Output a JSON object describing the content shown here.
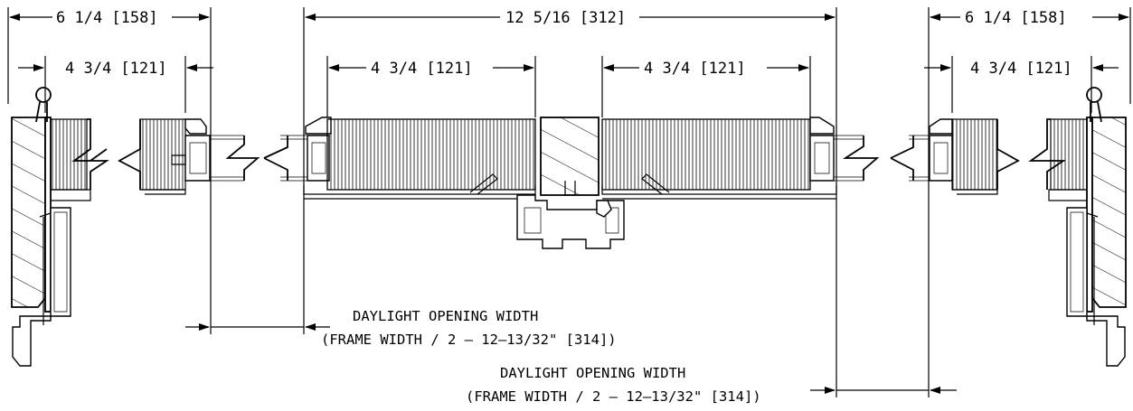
{
  "dimensions": {
    "left_outer": "6 1/4 [158]",
    "left_inner": "4 3/4 [121]",
    "center_overall": "12 5/16 [312]",
    "center_left_sash": "4 3/4 [121]",
    "center_right_sash": "4 3/4 [121]",
    "right_outer": "6 1/4 [158]",
    "right_inner": "4 3/4 [121]"
  },
  "notes": {
    "daylight_left_line1": "DAYLIGHT OPENING WIDTH",
    "daylight_left_line2": "(FRAME WIDTH / 2 – 12–13/32\" [314])",
    "daylight_right_line1": "DAYLIGHT OPENING WIDTH",
    "daylight_right_line2": "(FRAME WIDTH / 2 – 12–13/32\" [314])"
  }
}
